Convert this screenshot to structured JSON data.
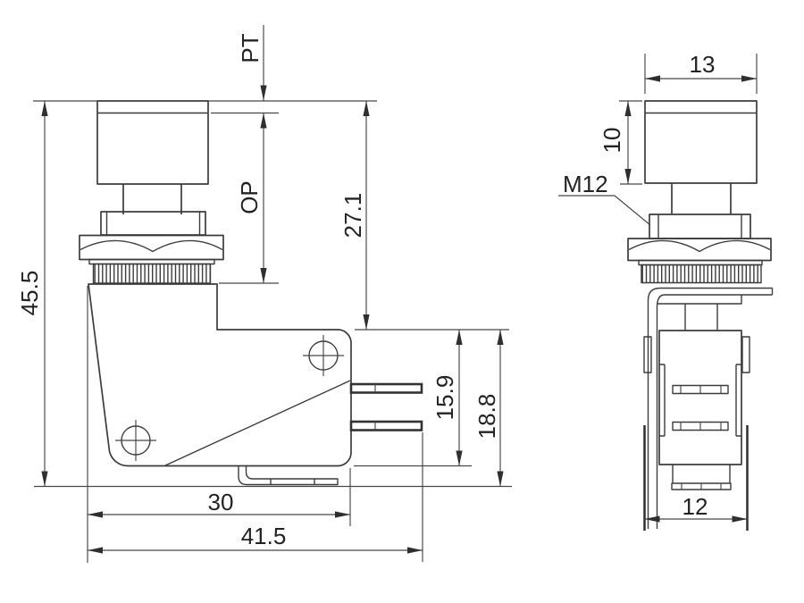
{
  "page": {
    "background": "#ffffff",
    "line_color": "#3c3c3c",
    "text_color": "#232323",
    "description": "Two-view dimension drawing of a panel-mount pushbutton micro switch"
  },
  "front_view": {
    "name": "front-view",
    "dims": {
      "pretravel": "PT",
      "operating_travel": "OP",
      "cap_to_body_step": "27.1",
      "overall_height": "45.5",
      "case_height": "15.9",
      "case_height_with_bracket": "18.8",
      "case_width": "30",
      "overall_width": "41.5"
    }
  },
  "side_view": {
    "name": "side-view",
    "dims": {
      "button_width": "13",
      "button_height": "10",
      "thread_spec": "M12",
      "case_depth": "12"
    }
  }
}
